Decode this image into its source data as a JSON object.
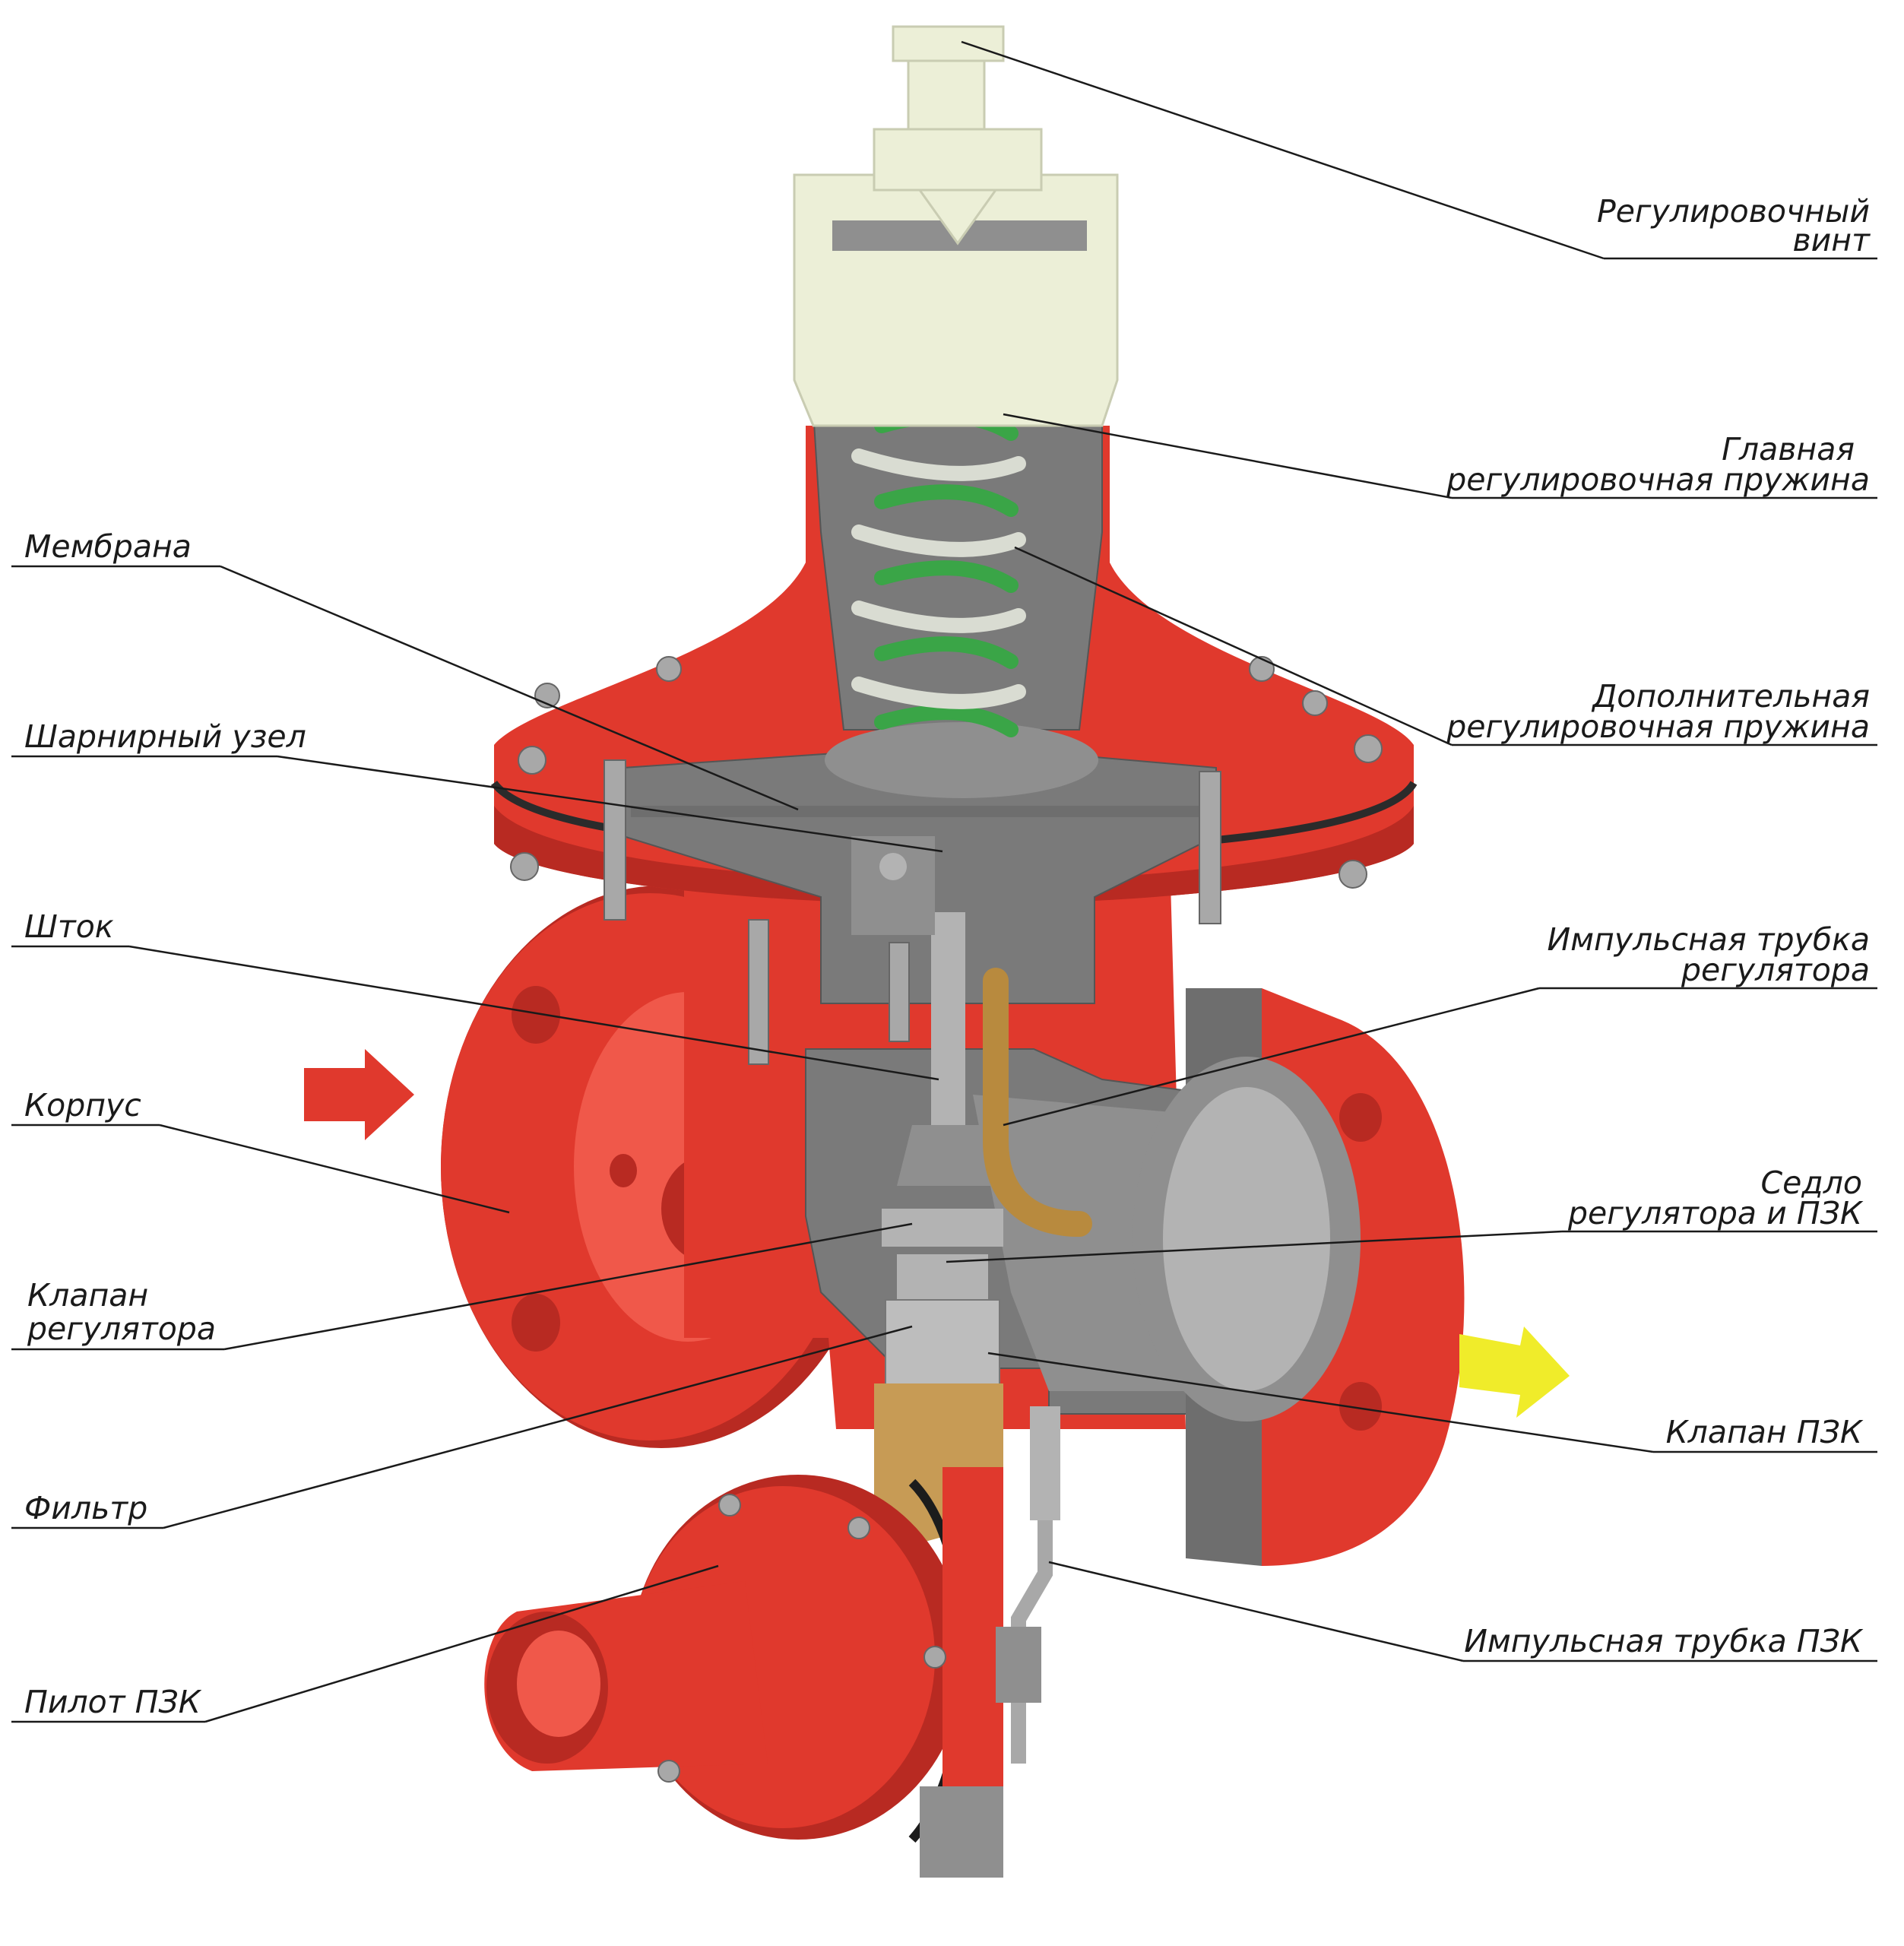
{
  "labels": {
    "adjusting_screw": [
      "Регулировочный",
      "винт"
    ],
    "main_spring": [
      "Главная",
      "регулировочная пружина"
    ],
    "membrane": [
      "Мембрана"
    ],
    "extra_spring": [
      "Дополнительная",
      "регулировочная пружина"
    ],
    "hinge": [
      "Шарнирный узел"
    ],
    "stem": [
      "Шток"
    ],
    "reg_impulse_tube": [
      "Импульсная трубка",
      "регулятора"
    ],
    "body": [
      "Корпус"
    ],
    "seat": [
      "Седло",
      "регулятора и ПЗК"
    ],
    "reg_valve": [
      "Клапан",
      "регулятора"
    ],
    "pzk_valve": [
      "Клапан ПЗК"
    ],
    "filter": [
      "Фильтр"
    ],
    "pzk_impulse_tube": [
      "Импульсная трубка ПЗК"
    ],
    "pzk_pilot": [
      "Пилот ПЗК"
    ]
  },
  "colors": {
    "body_red": "#e0392d",
    "spring_green": "#3aa547",
    "cap_cream": "#ecefd7",
    "metal_grey": "#8f8f8f",
    "inlet_arrow": "#e0392d",
    "outlet_arrow": "#f0ec2a"
  }
}
